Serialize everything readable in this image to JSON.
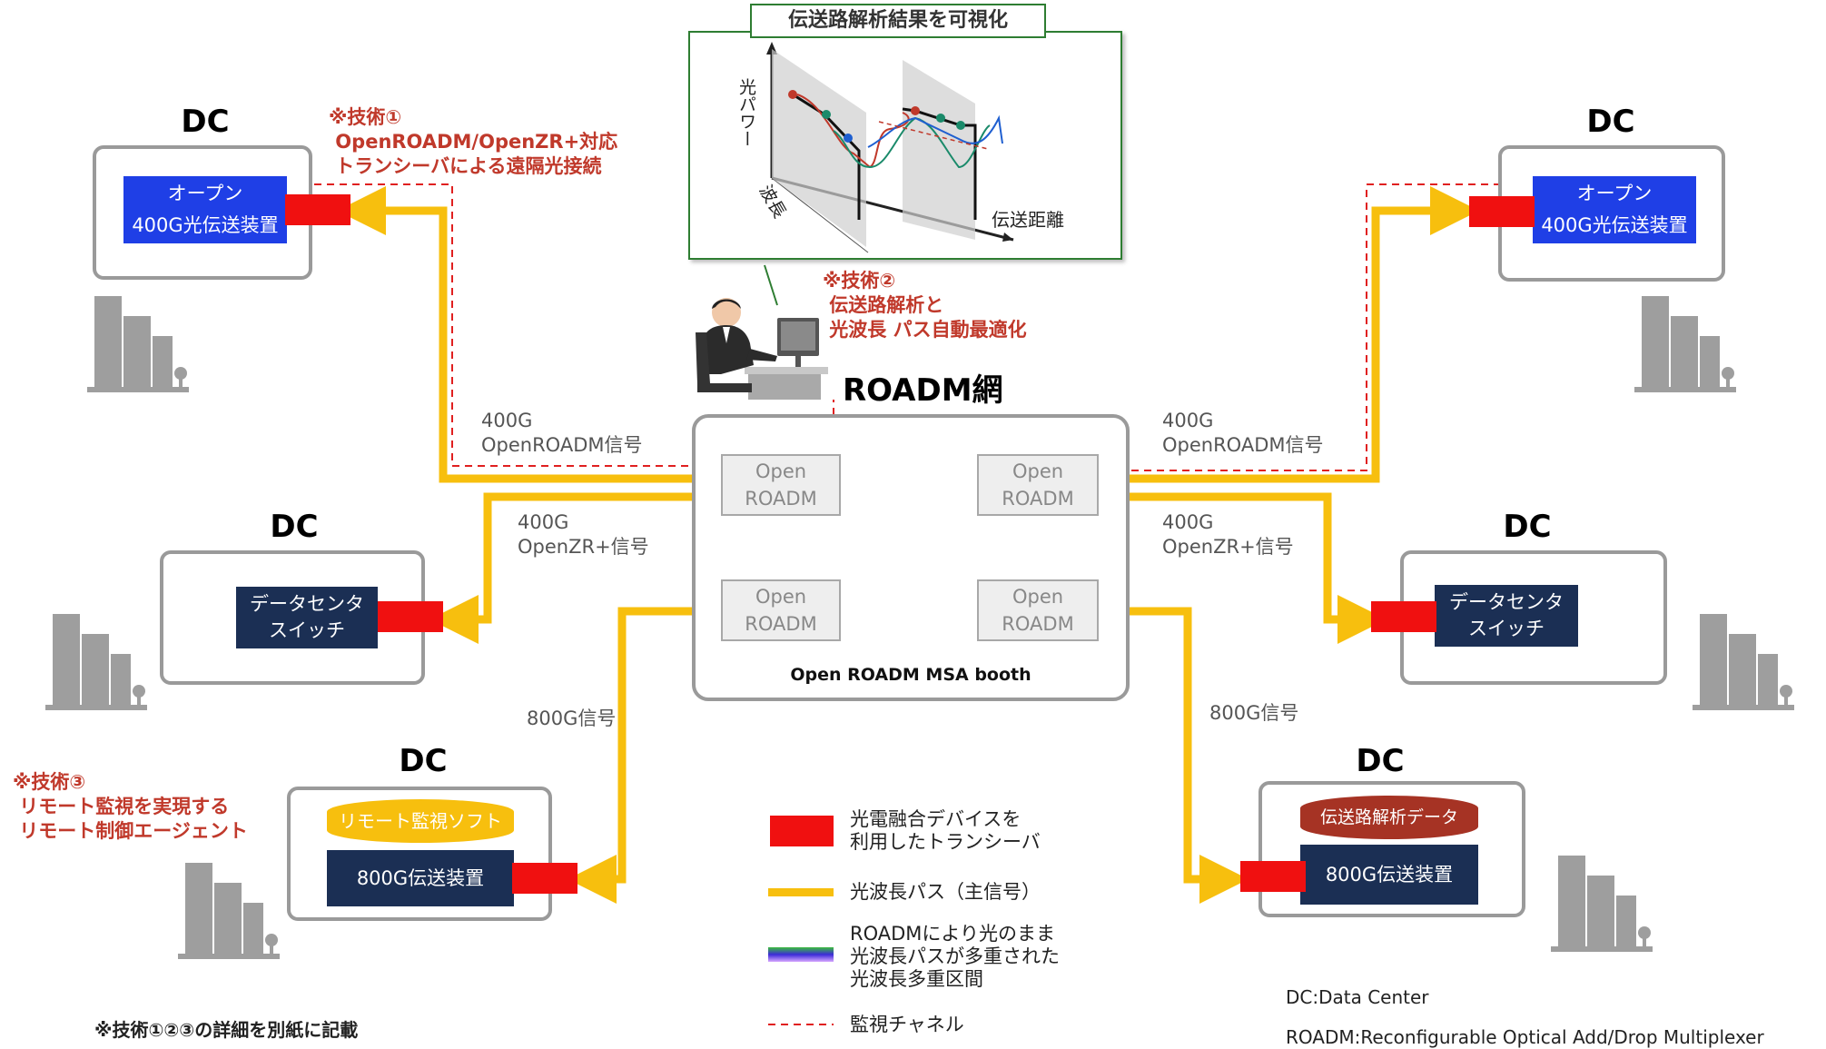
{
  "visualization": {
    "title": "伝送路解析結果を可視化",
    "axis_power": "光パワー",
    "axis_wavelength": "波長",
    "axis_distance": "伝送距離"
  },
  "notes": {
    "tech1": "※技術①\n OpenROADM/OpenZR+対応\n トランシーバによる遠隔光接続",
    "tech2": "※技術②\n 伝送路解析と\n 光波長 パス自動最適化",
    "tech3": "※技術③\n リモート監視を実現する\n リモート制御エージェント",
    "footer": "※技術①②③の詳細を別紙に記載"
  },
  "network": {
    "title": "ROADM網",
    "booth_label": "Open ROADM MSA booth",
    "nodes": [
      {
        "line1": "Open",
        "line2": "ROADM"
      },
      {
        "line1": "Open",
        "line2": "ROADM"
      },
      {
        "line1": "Open",
        "line2": "ROADM"
      },
      {
        "line1": "Open",
        "line2": "ROADM"
      }
    ]
  },
  "datacenters": {
    "label": "DC",
    "top_left": {
      "device_line1": "オープン",
      "device_line2": "400G光伝送装置"
    },
    "top_right": {
      "device_line1": "オープン",
      "device_line2": "400G光伝送装置"
    },
    "mid_left": {
      "device_line1": "データセンタ",
      "device_line2": "スイッチ"
    },
    "mid_right": {
      "device_line1": "データセンタ",
      "device_line2": "スイッチ"
    },
    "bottom_left": {
      "software": "リモート監視ソフト",
      "device": "800G伝送装置"
    },
    "bottom_right": {
      "data": "伝送路解析データ",
      "device": "800G伝送装置"
    }
  },
  "signals": {
    "left_400g_openroadm": "400G\nOpenROADM信号",
    "right_400g_openroadm": "400G\nOpenROADM信号",
    "left_400g_openzr": "400G\nOpenZR+信号",
    "right_400g_openzr": "400G\nOpenZR+信号",
    "left_800g": "800G信号",
    "right_800g": "800G信号"
  },
  "legend": {
    "transceiver": "光電融合デバイスを\n利用したトランシーバ",
    "main_path": "光波長パス（主信号）",
    "multiplexed": "ROADMにより光のまま\n光波長パスが多重された\n光波長多重区間",
    "monitor": "監視チャネル"
  },
  "abbreviations": {
    "dc": "DC:Data Center",
    "roadm": "ROADM:Reconfigurable Optical Add/Drop Multiplexer"
  },
  "colors": {
    "path_yellow": "#f7bf0e",
    "transceiver_red": "#f01010",
    "monitor_red": "#e02020",
    "device_blue": "#1f3fe6",
    "device_navy": "#1b2f54",
    "note_red": "#c0392b"
  }
}
